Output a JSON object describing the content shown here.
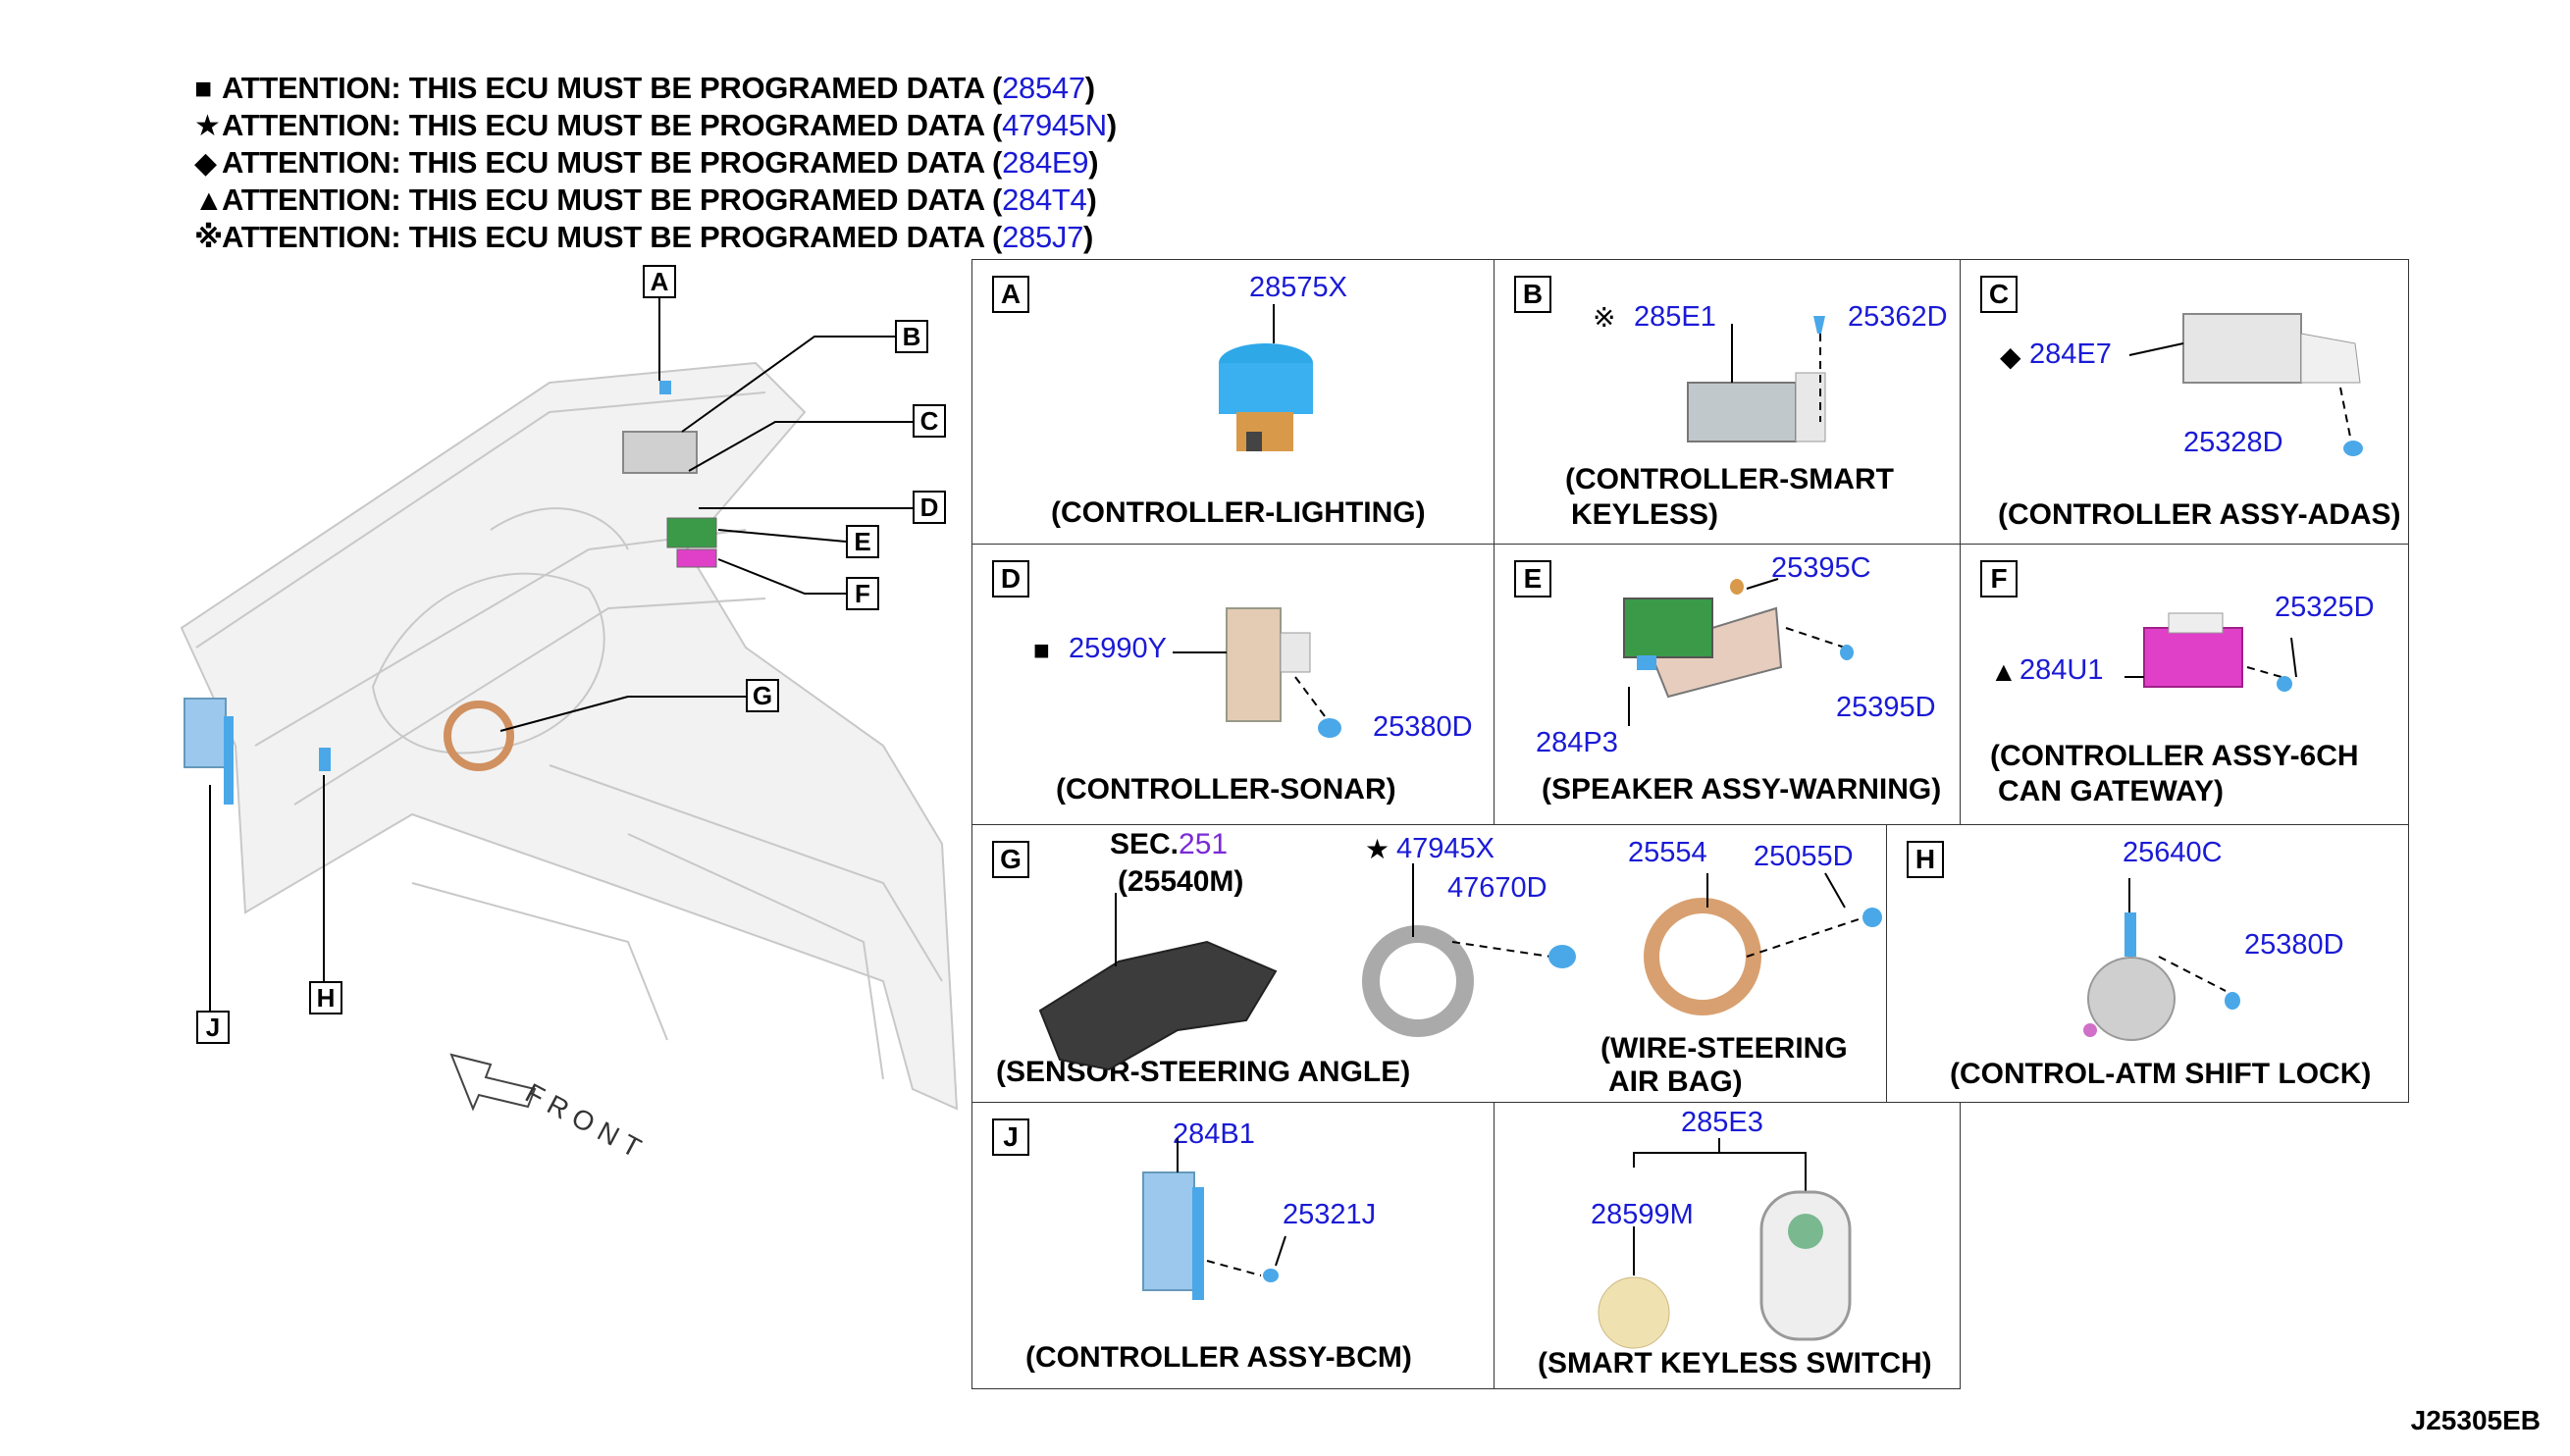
{
  "notes": [
    {
      "symbol": "■",
      "text": "ATTENTION: THIS ECU MUST BE PROGRAMED DATA (",
      "part": "28547",
      "close": ")"
    },
    {
      "symbol": "★",
      "text": "ATTENTION: THIS ECU MUST BE PROGRAMED DATA (",
      "part": "47945N",
      "close": ")"
    },
    {
      "symbol": "◆",
      "text": "ATTENTION: THIS ECU MUST BE PROGRAMED DATA (",
      "part": "284E9",
      "close": ")"
    },
    {
      "symbol": "▲",
      "text": "ATTENTION: THIS ECU MUST BE PROGRAMED DATA (",
      "part": "284T4",
      "close": ")"
    },
    {
      "symbol": "※",
      "text": "ATTENTION: THIS ECU MUST BE PROGRAMED DATA (",
      "part": "285J7",
      "close": ")"
    }
  ],
  "overview_tags": [
    "A",
    "B",
    "C",
    "D",
    "E",
    "F",
    "G",
    "H",
    "J"
  ],
  "front_label": "FRONT",
  "cells": {
    "A": {
      "letter": "A",
      "parts": [
        "28575X"
      ],
      "caption": "(CONTROLLER-LIGHTING)"
    },
    "B": {
      "letter": "B",
      "sym": "※",
      "parts": [
        "285E1",
        "25362D"
      ],
      "caption1": "(CONTROLLER-SMART",
      "caption2": "KEYLESS)"
    },
    "C": {
      "letter": "C",
      "sym": "◆",
      "parts": [
        "284E7",
        "25328D"
      ],
      "caption": "(CONTROLLER ASSY-ADAS)"
    },
    "D": {
      "letter": "D",
      "sym": "■",
      "parts": [
        "25990Y",
        "25380D"
      ],
      "caption": "(CONTROLLER-SONAR)"
    },
    "E": {
      "letter": "E",
      "parts": [
        "25395C",
        "284P3",
        "25395D"
      ],
      "caption": "(SPEAKER ASSY-WARNING)"
    },
    "F": {
      "letter": "F",
      "sym": "▲",
      "parts": [
        "25325D",
        "284U1"
      ],
      "caption1": "(CONTROLLER ASSY-6CH",
      "caption2": "CAN GATEWAY)"
    },
    "G": {
      "letter": "G",
      "sec_label": "SEC.",
      "sec_num": "251",
      "sec_part": "(25540M)",
      "sym": "★",
      "parts": [
        "47945X",
        "47670D",
        "25554",
        "25055D"
      ],
      "caption": "(SENSOR-STEERING ANGLE)",
      "caption_b1": "(WIRE-STEERING",
      "caption_b2": "AIR BAG)"
    },
    "H": {
      "letter": "H",
      "parts": [
        "25640C",
        "25380D"
      ],
      "caption": "(CONTROL-ATM SHIFT LOCK)"
    },
    "J": {
      "letter": "J",
      "parts": [
        "284B1",
        "25321J"
      ],
      "caption": "(CONTROLLER ASSY-BCM)"
    },
    "K": {
      "parts": [
        "285E3",
        "28599M"
      ],
      "caption": "(SMART KEYLESS SWITCH)"
    }
  },
  "drawing_code": "J25305EB",
  "colors": {
    "part_number": "#1a1ad6",
    "sec_number": "#7a2ad6",
    "component_blue": "#4aa8e8",
    "gateway_magenta": "#e040c8",
    "speaker_green": "#3a9a48"
  }
}
